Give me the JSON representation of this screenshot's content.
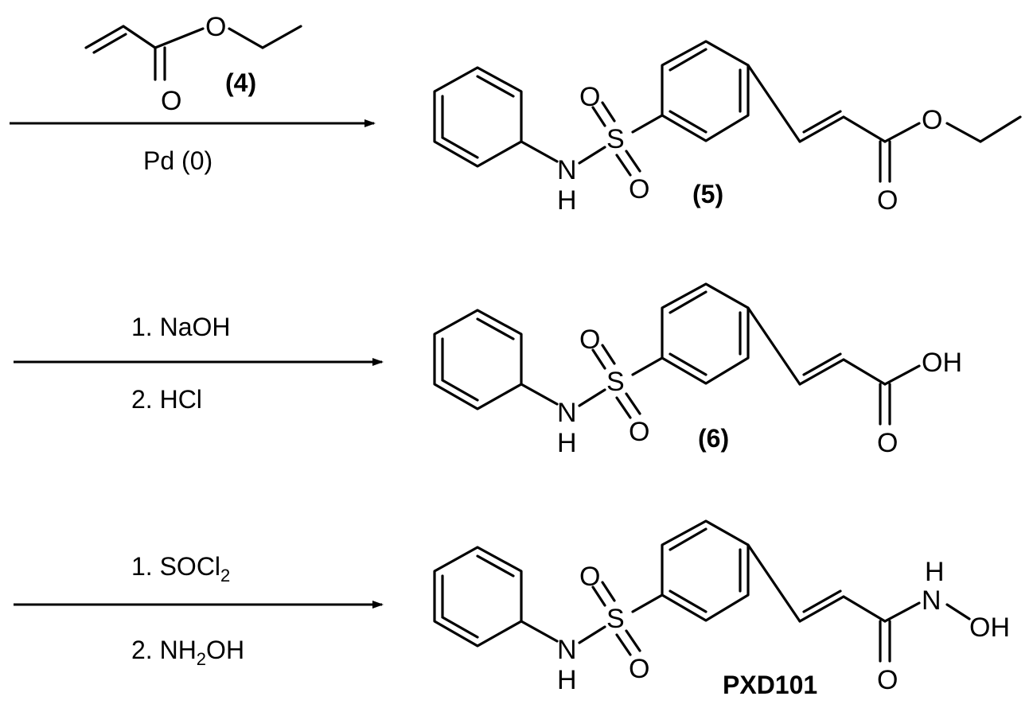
{
  "steps": [
    {
      "reagent_above_label": "(4)",
      "reagent_above_atoms": {
        "o_ester": "O",
        "o_carbonyl": "O"
      },
      "reagent_below": "Pd (0)",
      "product_label": "(5)",
      "atoms": {
        "s": "S",
        "o1": "O",
        "o2": "O",
        "n": "N",
        "h": "H",
        "o_ester": "O",
        "o_carbonyl": "O"
      }
    },
    {
      "reagent_above": "1.  NaOH",
      "reagent_below": "2.  HCl",
      "product_label": "(6)",
      "atoms": {
        "s": "S",
        "o1": "O",
        "o2": "O",
        "n": "N",
        "h": "H",
        "oh": "OH",
        "o_carbonyl": "O"
      }
    },
    {
      "reagent_above_prefix": "1.  SOCl",
      "reagent_above_sub": "2",
      "reagent_below_prefix": "2.  NH",
      "reagent_below_sub": "2",
      "reagent_below_suffix": "OH",
      "product_label": "PXD101",
      "atoms": {
        "s": "S",
        "o1": "O",
        "o2": "O",
        "n": "N",
        "h": "H",
        "nh_n": "N",
        "nh_h": "H",
        "oh": "OH",
        "o_carbonyl": "O"
      }
    }
  ]
}
